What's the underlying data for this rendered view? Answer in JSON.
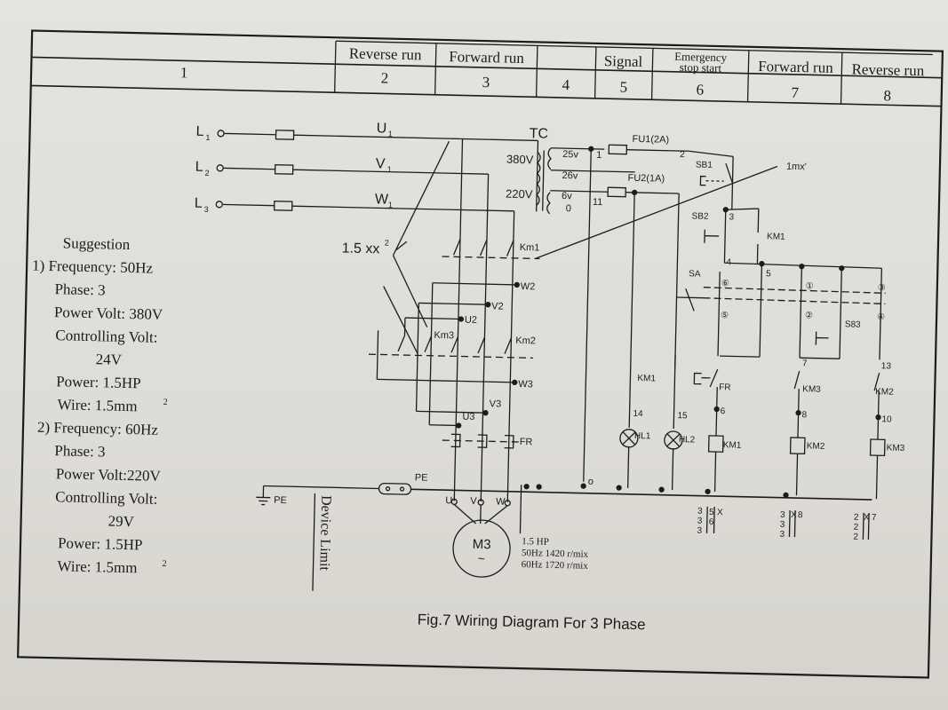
{
  "header": {
    "top_labels": [
      "Reverse run",
      "Forward run",
      "Signal",
      "Emergency stop start",
      "Forward run",
      "Reverse run"
    ],
    "emergency_line1": "Emergency",
    "emergency_line2": "stop start",
    "numbers": [
      "1",
      "2",
      "3",
      "4",
      "5",
      "6",
      "7",
      "8"
    ]
  },
  "lines": {
    "L1": "L",
    "L2": "L",
    "L3": "L",
    "U1": "U",
    "V1": "V",
    "W1": "W",
    "sub1": "1",
    "sub2": "2",
    "sub3": "3"
  },
  "transformer": {
    "name": "TC",
    "v380": "380V",
    "v220": "220V",
    "v25": "25v",
    "v26": "26v",
    "v6": "6v",
    "n0": "0",
    "n1": "1",
    "n2": "2",
    "n11": "11"
  },
  "fuses": {
    "fu1": "FU1(2A)",
    "fu2": "FU2(1A)"
  },
  "motor_power": {
    "label": "1.5 xx",
    "sup": "2"
  },
  "contacts": {
    "km1": "Km1",
    "km2": "Km2",
    "km3": "Km3",
    "km1b": "KM1",
    "km1c": "KM1",
    "w2": "W2",
    "v2": "V2",
    "u2": "U2",
    "w3": "W3",
    "v3": "V3",
    "u3": "U3",
    "fr": "FR",
    "fr2": "FR",
    "sb1": "SB1",
    "sb2": "SB2",
    "sb3": "S83",
    "sa": "SA",
    "n3": "3",
    "n4": "4",
    "n5": "5",
    "n7": "7",
    "n8": "8",
    "n10": "10",
    "n13": "13",
    "n14": "14",
    "n15": "15",
    "n6": "6",
    "km3b": "KM3",
    "km2b": "KM2",
    "imx": "1mx'",
    "c1": "①",
    "c2": "②",
    "c3": "③",
    "c4": "④",
    "c5": "⑤",
    "c6": "⑥"
  },
  "coils": {
    "km1": "KM1",
    "km2": "KM2",
    "km3": "KM3"
  },
  "lamps": {
    "hl1": "HL1",
    "hl2": "HL2"
  },
  "pe": {
    "pe1": "PE",
    "pe2": "PE",
    "o": "o"
  },
  "terminals": {
    "u": "U",
    "v": "V",
    "w": "W"
  },
  "motor": {
    "name": "M3",
    "symbol": "~",
    "spec1": "1.5 HP",
    "spec2": "50Hz 1420 r/mix",
    "spec3": "60Hz 1720 r/mix"
  },
  "contact_refs": {
    "a": [
      "3",
      "3",
      "3"
    ],
    "a2": [
      "5",
      "6"
    ],
    "a3": "X",
    "b": [
      "3",
      "3",
      "3"
    ],
    "b2": "X",
    "b3": "8",
    "c": [
      "2",
      "2",
      "2"
    ],
    "c2": "X",
    "c3": "7"
  },
  "device_limit": "Device Limit",
  "suggestion": {
    "title": "Suggestion",
    "l1": "1) Frequency: 50Hz",
    "l2": "Phase: 3",
    "l3": "Power Volt: 380V",
    "l4": "Controlling Volt:",
    "l5": "24V",
    "l6": "Power: 1.5HP",
    "l7": "Wire:  1.5mm",
    "l8": "2) Frequency: 60Hz",
    "l9": "Phase: 3",
    "l10": "Power Volt:220V",
    "l11": "Controlling Volt:",
    "l12": "29V",
    "l13": "Power:  1.5HP",
    "l14": "Wire:  1.5mm",
    "sup": "2"
  },
  "caption": "Fig.7 Wiring Diagram For 3 Phase"
}
